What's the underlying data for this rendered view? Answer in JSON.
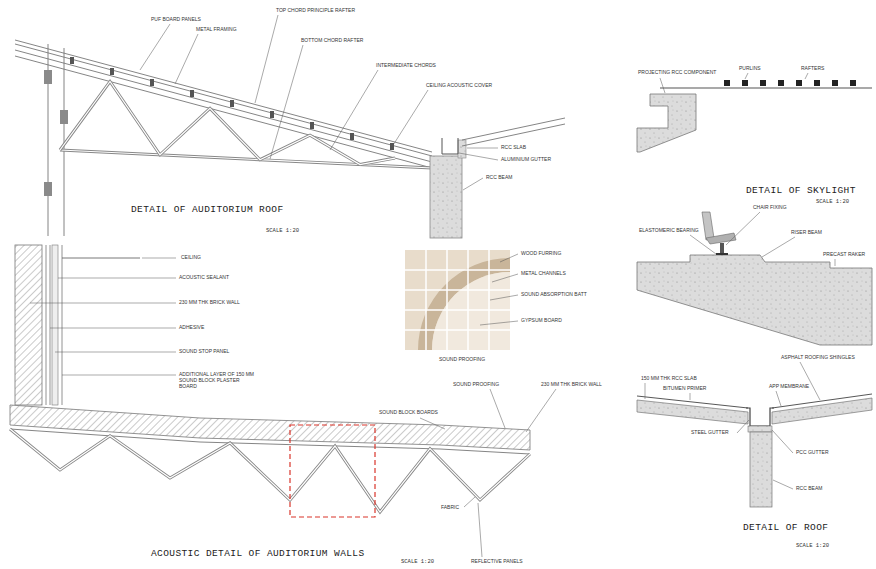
{
  "diagram": {
    "labels": [
      "PUF BOARD PANELS",
      "METAL FRAMING",
      "TOP CHORD PRINCIPLE RAFTER",
      "BOTTOM CHORD RAFTER",
      "INTERMEDIATE CHORDS",
      "CEILING ACOUSTIC COVER",
      "RCC SLAB",
      "ALUMINIUM GUTTER",
      "RCC BEAM",
      "DETAIL OF AUDITORIUM ROOF",
      "SCALE 1:20",
      "PURLINS",
      "RAFTERS",
      "PROJECTING RCC COMPONENT",
      "DETAIL OF SKYLIGHT",
      "SCALE 1:20",
      "ELASTOMERIC BEARING",
      "CHAIR FIXING",
      "RISER BEAM",
      "PRECAST RAKER",
      "CEILING",
      "ACOUSTIC SEALANT",
      "230 MM THK BRICK WALL",
      "ADHESIVE",
      "SOUND STOP PANEL",
      "ADDITIONAL LAYER OF 150 MM SOUND BLOCK PLASTER BOARD",
      "WOOD FURRING",
      "METAL CHANNELS",
      "SOUND ABSORPTION BATT",
      "GYPSUM BOARD",
      "SOUND PROOFING",
      "SOUND PROOFING",
      "230 MM THK BRICK WALL",
      "SOUND BLOCK BOARDS",
      "FABRIC",
      "ACOUSTIC DETAIL OF AUDITORIUM WALLS",
      "SCALE 1:20",
      "REFLECTIVE PANELS",
      "ASPHALT ROOFING SHINGLES",
      "150 MM THK RCC SLAB",
      "BITUMEN PRIMER",
      "APP MEMBRANE",
      "STEEL GUTTER",
      "PCC GUTTER",
      "RCC BEAM",
      "DETAIL OF ROOF",
      "SCALE 1:20"
    ]
  }
}
